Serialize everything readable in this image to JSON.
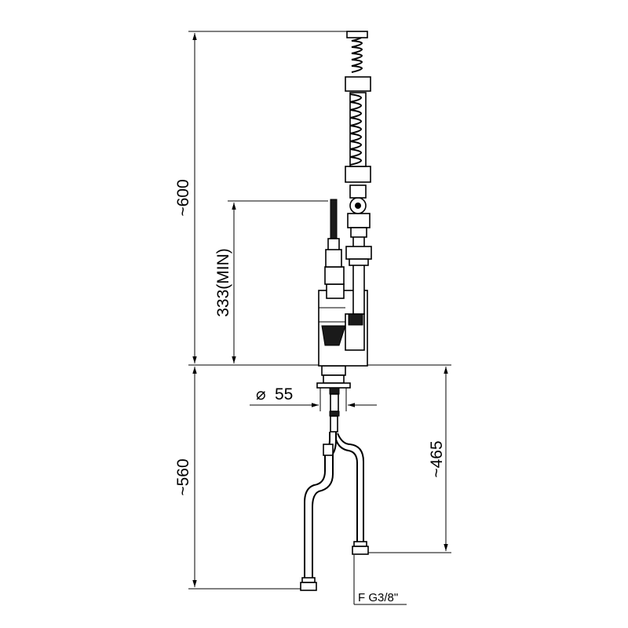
{
  "dimensions": {
    "overall_height": "~600",
    "spout_min_height": "333(MIN)",
    "hole_diameter_symbol": "⌀",
    "hole_diameter_value": "55",
    "hose_length": "~560",
    "connection_depth": "~465"
  },
  "notes": {
    "connection_thread": "F G3/8\""
  }
}
